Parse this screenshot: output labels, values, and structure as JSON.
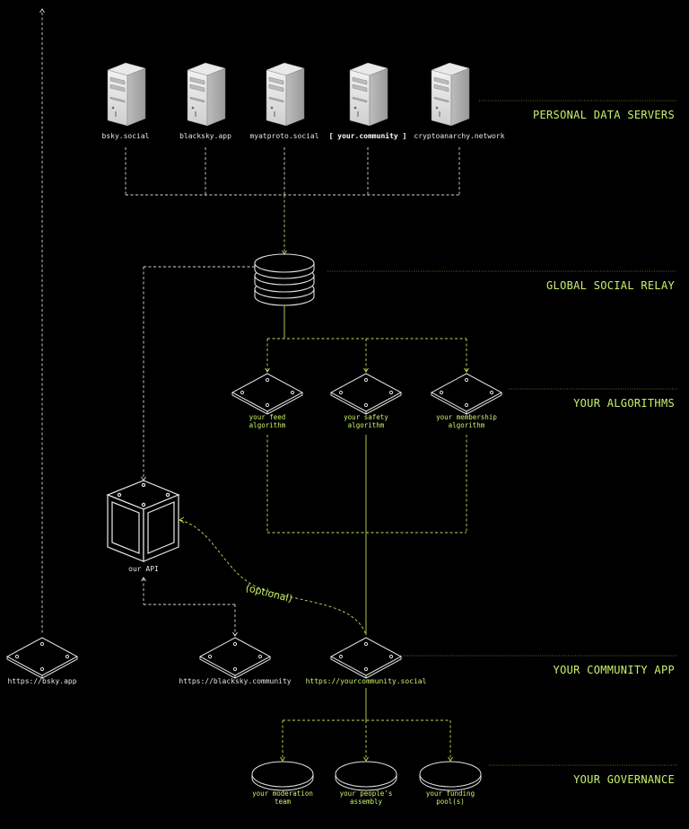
{
  "tiers": {
    "pds": "PERSONAL DATA SERVERS",
    "relay": "GLOBAL SOCIAL RELAY",
    "algorithms": "YOUR ALGORITHMS",
    "app": "YOUR COMMUNITY APP",
    "governance": "YOUR GOVERNANCE"
  },
  "servers": [
    {
      "label": "bsky.social"
    },
    {
      "label": "blacksky.app"
    },
    {
      "label": "myatproto.social"
    },
    {
      "label": "[ your.community ]"
    },
    {
      "label": "cryptoanarchy.network"
    }
  ],
  "algorithms": [
    {
      "line1": "your feed",
      "line2": "algorithm"
    },
    {
      "line1": "your safety",
      "line2": "algorithm"
    },
    {
      "line1": "your membership",
      "line2": "algorithm"
    }
  ],
  "api": {
    "label": "our API"
  },
  "optional": "(optional)",
  "apps": [
    {
      "label": "https://bsky.app"
    },
    {
      "label": "https://blacksky.community"
    },
    {
      "label": "https://yourcommunity.social"
    }
  ],
  "governance": [
    {
      "line1": "your moderation",
      "line2": "team"
    },
    {
      "line1": "your people's",
      "line2": "assembly"
    },
    {
      "line1": "your funding",
      "line2": "pool(s)"
    }
  ],
  "colors": {
    "accent": "#c8f26a",
    "line": "#d8d8d8",
    "background": "#000000"
  }
}
